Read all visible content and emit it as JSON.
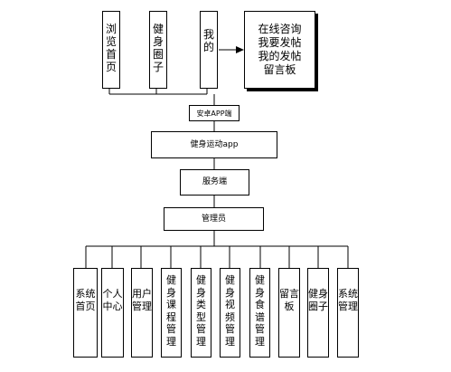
{
  "diagram": {
    "top_boxes": [
      {
        "label": "浏览首页"
      },
      {
        "label": "健身圈子"
      },
      {
        "label": "我的"
      }
    ],
    "my_detail_lines": [
      "在线咨询",
      "我要发帖",
      "我的发帖",
      "留言板"
    ],
    "android_label": "安卓APP端",
    "app_label": "健身运动app",
    "server_label": "服务端",
    "admin_label": "管理员",
    "admin_modules": [
      {
        "label": "系统首页"
      },
      {
        "label": "个人中心"
      },
      {
        "label": "用户管理"
      },
      {
        "label": "健身课程管理"
      },
      {
        "label": "健身类型管理"
      },
      {
        "label": "健身视频管理"
      },
      {
        "label": "健身食谱管理"
      },
      {
        "label": "留言板"
      },
      {
        "label": "健身圈子"
      },
      {
        "label": "系统管理"
      }
    ]
  }
}
